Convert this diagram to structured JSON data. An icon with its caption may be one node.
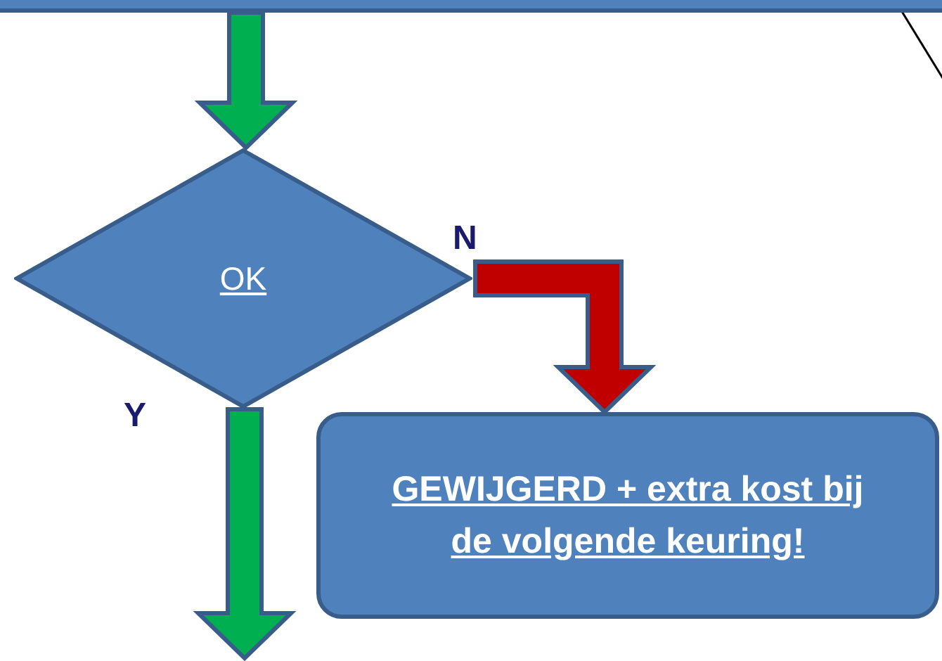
{
  "diagram": {
    "nodes": [
      {
        "text": [],
        "shape": "box"
      },
      {
        "text": [
          "OK"
        ]
      },
      {
        "text": [
          "GEWIJGERD + extra kost bij de volgende keuring!"
        ]
      }
    ],
    "edges": [
      {
        "from": 0,
        "to": 1,
        "arrow": "to"
      },
      {
        "from": 1,
        "to": 2,
        "arrow": "to",
        "label": "N",
        "color": "#c00000"
      },
      {
        "from": 1,
        "to": null,
        "arrow": "to",
        "label": "Y"
      }
    ]
  }
}
